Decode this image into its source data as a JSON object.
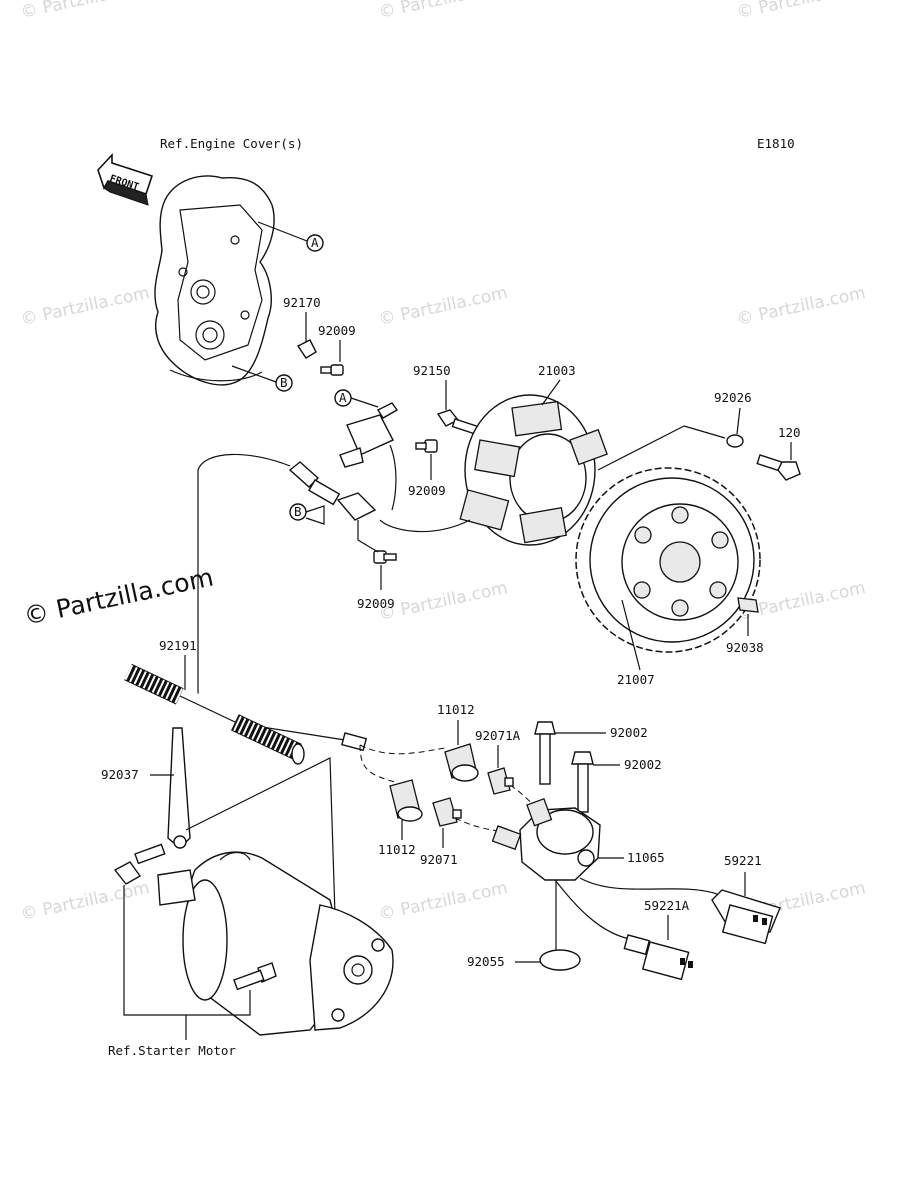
{
  "diagram_code": "E1810",
  "watermark": "© Partzilla.com",
  "ref_labels": {
    "engine_cover": "Ref.Engine Cover(s)",
    "starter_motor": "Ref.Starter Motor"
  },
  "front_arrow": "FRONT",
  "callouts": {
    "A": "A",
    "B": "B"
  },
  "parts": {
    "p92170": "92170",
    "p92009_top": "92009",
    "p92150": "92150",
    "p21003": "21003",
    "p92026": "92026",
    "p120": "120",
    "p92009_mid": "92009",
    "p92009_bot": "92009",
    "p21007": "21007",
    "p92038": "92038",
    "p92191": "92191",
    "p11012_top": "11012",
    "p92071A": "92071A",
    "p92002_a": "92002",
    "p92002_b": "92002",
    "p92037": "92037",
    "p11012_bot": "11012",
    "p92071": "92071",
    "p11065": "11065",
    "p59221": "59221",
    "p59221A": "59221A",
    "p92055": "92055"
  }
}
